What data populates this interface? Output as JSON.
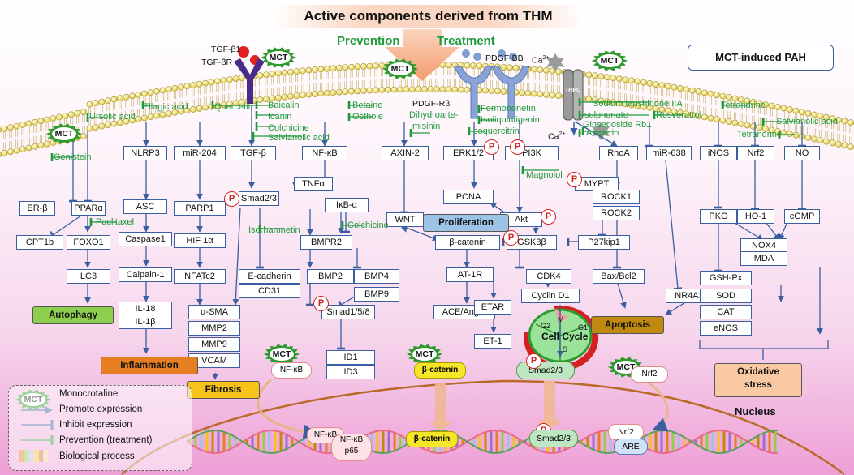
{
  "title": "Active components derived from THM",
  "prevention_label": "Prevention",
  "treatment_label": "Treatment",
  "pah_label": "MCT-induced PAH",
  "mct_label": "MCT",
  "p_label": "P",
  "receptors": {
    "tgf_b1": "TGF-β1",
    "tgf_br": "TGF-βR",
    "pdgf_bb": "PDGF-BB",
    "pdgf_rb": "PDGF-Rβ",
    "ca1": "Ca",
    "ca2": "Ca",
    "ca_sup": "2+",
    "trpc": "TRPC"
  },
  "compounds": {
    "ursolic": "Ursolic acid",
    "genistein": "Genistein",
    "ellagic": "Ellagic acid",
    "quercetin": "Quercetin",
    "baicalin": "Baicalin",
    "icariin": "Icariin",
    "colchicine1": "Colchicine",
    "salvianolic1": "Salvianolic acid",
    "betaine": "Betaine",
    "osthole": "Osthole",
    "dihydro1": "Dihydroarte-",
    "dihydro2": "misinin",
    "formononetin": "Formononetin",
    "isoliquiritigenin": "Isoliquiritigenin",
    "isoquercitrin": "Isoquercitrin",
    "magnolol": "Magnolol",
    "paclitaxel": "Paclitaxel",
    "isorhamnetin": "Isorhamnetin",
    "colchicine2": "Colchicine",
    "tanshinone1": "Sodium tanshinone IIA",
    "tanshinone2": "sulphonate",
    "ginsenoside": "Ginsenoside Rb1",
    "aloperin": "Aloperin",
    "resveratrol": "Resveratrol",
    "tetrandrine1": "Tetrandrine",
    "salvianolic2": "Salvianolic acid",
    "tetrandrine2": "Tetrandrine"
  },
  "nodes": {
    "er_b": "ER-β",
    "ppara": "PPARα",
    "cpt1b": "CPT1b",
    "foxo1": "FOXO1",
    "lc3": "LC3",
    "nlrp3": "NLRP3",
    "asc": "ASC",
    "caspase1": "Caspase1",
    "calpain1": "Calpain-1",
    "il18": "IL-18",
    "il1b": "IL-1β",
    "mir204": "miR-204",
    "parp1": "PARP1",
    "hif1a": "HIF 1α",
    "nfatc2": "NFATc2",
    "asma": "α-SMA",
    "mmp2": "MMP2",
    "mmp9": "MMP9",
    "vcam": "VCAM",
    "tgfb": "TGF-β",
    "smad23a": "Smad2/3",
    "ecadherin": "E-cadherin",
    "cd31": "CD31",
    "nfkb": "NF-κB",
    "tnfa": "TNFα",
    "ikba": "IκB-α",
    "bmpr2": "BMPR2",
    "bmp2": "BMP2",
    "bmp4": "BMP4",
    "bmp9": "BMP9",
    "smad158": "Smad1/5/8",
    "id1": "ID1",
    "id3": "ID3",
    "axin2": "AXIN-2",
    "wnt": "WNT",
    "bcatenin": "β-catenin",
    "at1r": "AT-1R",
    "ace": "ACE/Ang II",
    "etar": "ETAR",
    "et1": "ET-1",
    "erk12": "ERK1/2",
    "pcna": "PCNA",
    "pi3k": "PI3K",
    "akt": "Akt",
    "gsk3b": "GSK3β",
    "cdk4": "CDK4",
    "cyclind1": "Cyclin D1",
    "rhoa": "RhoA",
    "mypt": "MYPT",
    "rock1": "ROCK1",
    "rock2": "ROCK2",
    "p27kip1": "P27kip1",
    "baxbcl2": "Bax/Bcl2",
    "mir638": "miR-638",
    "nr4a3": "NR4A3",
    "inos": "iNOS",
    "nrf2": "Nrf2",
    "no": "NO",
    "pkg": "PKG",
    "ho1": "HO-1",
    "cgmp": "cGMP",
    "nox4": "NOX4",
    "mda": "MDA",
    "gshpx": "GSH-Px",
    "sod": "SOD",
    "cat": "CAT",
    "enos": "eNOS",
    "smad23b": "Smad2/3"
  },
  "processes": {
    "autophagy": "Autophagy",
    "inflammation": "Inflammation",
    "fibrosis": "Fibrosis",
    "proliferation": "Proliferation",
    "apoptosis": "Apoptosis",
    "oxidative1": "Oxidative",
    "oxidative2": "stress"
  },
  "cell_cycle": {
    "title": "Cell Cycle",
    "m": "M",
    "g1": "G1",
    "g2": "G2",
    "s": "S"
  },
  "nucleus": {
    "label": "Nucleus",
    "nfkb_out": "NF-κB",
    "bcatenin_out": "β-catenin",
    "nrf2_out": "Nrf2",
    "nfkb_in1": "NF-κB",
    "nfkb_in2": "NF-κB",
    "p65": "p65",
    "bcatenin_in": "β-catenin",
    "smad23_in": "Smad2/3",
    "nrf2_in": "Nrf2",
    "are": "ARE"
  },
  "legend": {
    "monocrotaline": "Monocrotaline",
    "promote": "Promote expression",
    "inhibit": "Inhibit expression",
    "prevention": "Prevention (treatment)",
    "biological": "Biological process"
  },
  "colors": {
    "blue": "#3a5ea0",
    "green": "#1f9a3b",
    "autophagy": "#8fcf4f",
    "inflammation": "#e67e22",
    "fibrosis": "#f7c31a",
    "proliferation": "#9dc3e6",
    "apoptosis": "#c08a10",
    "oxidative": "#f8c9a3"
  }
}
